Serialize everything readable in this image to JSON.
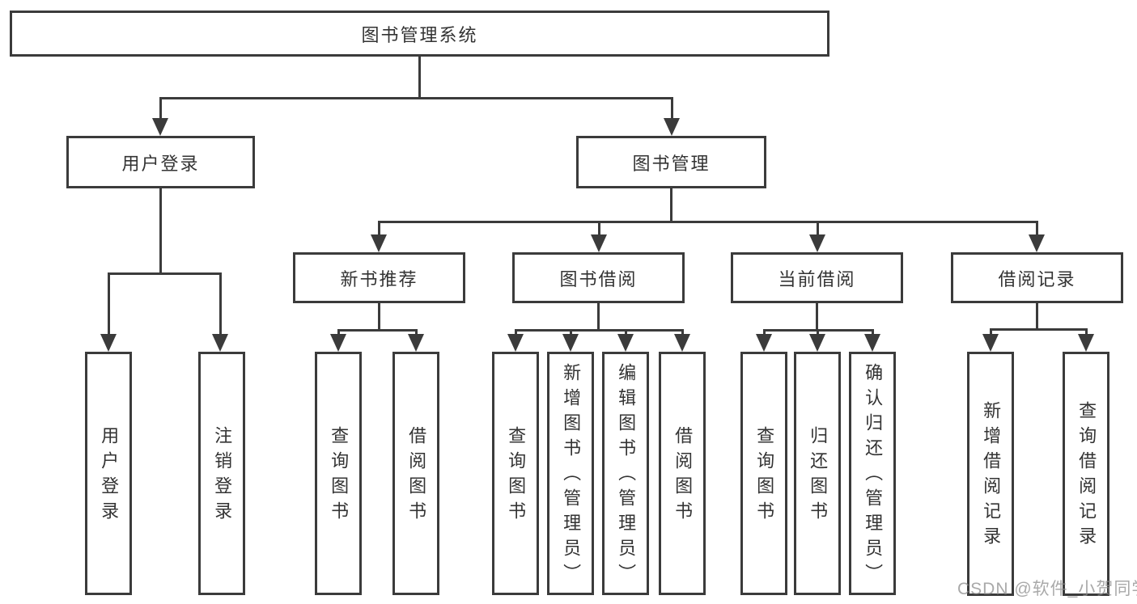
{
  "tree": {
    "root": {
      "label": "图书管理系统",
      "children": [
        {
          "label": "用户登录",
          "children": [
            {
              "label": "用户登录"
            },
            {
              "label": "注销登录"
            }
          ]
        },
        {
          "label": "图书管理",
          "children": [
            {
              "label": "新书推荐",
              "children": [
                {
                  "label": "查询图书"
                },
                {
                  "label": "借阅图书"
                }
              ]
            },
            {
              "label": "图书借阅",
              "children": [
                {
                  "label": "查询图书"
                },
                {
                  "label": "新增图书（管理员）"
                },
                {
                  "label": "编辑图书（管理员）"
                },
                {
                  "label": "借阅图书"
                }
              ]
            },
            {
              "label": "当前借阅",
              "children": [
                {
                  "label": "查询图书"
                },
                {
                  "label": "归还图书"
                },
                {
                  "label": "确认归还（管理员）"
                }
              ]
            },
            {
              "label": "借阅记录",
              "children": [
                {
                  "label": "新增借阅记录"
                },
                {
                  "label": "查询借阅记录"
                }
              ]
            }
          ]
        }
      ]
    }
  },
  "watermark": "CSDN @软件_小贺同学",
  "icons": {
    "arrow_down": "css-triangle-down"
  },
  "colors": {
    "line": "#3b3b3b",
    "text": "#333333",
    "background": "#ffffff",
    "watermark": "#8c8c8c"
  }
}
